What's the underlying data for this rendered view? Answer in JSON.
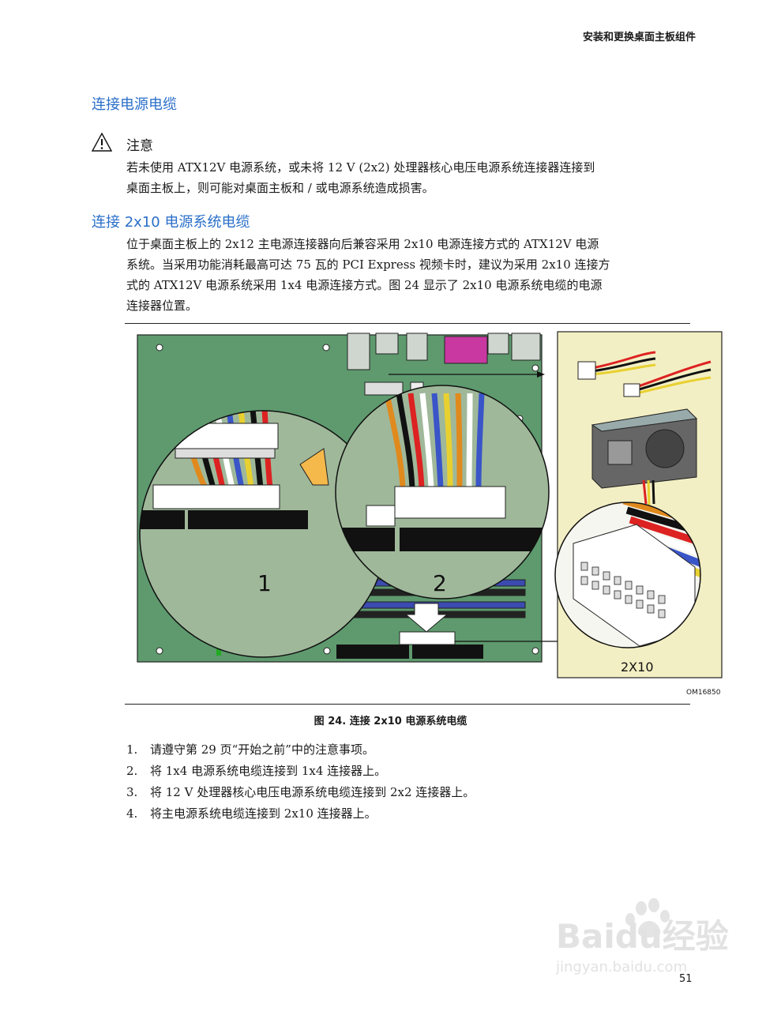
{
  "header": {
    "title": "安装和更换桌面主板组件"
  },
  "section": {
    "title": "连接电源电缆"
  },
  "caution": {
    "title": "注意",
    "lines": [
      "若未使用 ATX12V 电源系统，或未将 12 V (2x2) 处理器核心电压电源系统连接器连接到",
      "桌面主板上，则可能对桌面主板和 / 或电源系统造成损害。"
    ]
  },
  "subsection": {
    "title": "连接 2x10 电源系统电缆",
    "lines": [
      "位于桌面主板上的 2x12 主电源连接器向后兼容采用 2x10 电源连接方式的 ATX12V 电源",
      "系统。当采用功能消耗最高可达 75 瓦的 PCI Express 视频卡时，建议为采用 2x10 连接方",
      "式的 ATX12V 电源系统采用 1x4 电源连接方式。图 24 显示了 2x10 电源系统电缆的电源",
      "连接器位置。"
    ]
  },
  "figure": {
    "callout_1": "1",
    "callout_2": "2",
    "connector_label": "2X10",
    "figure_id": "OM16850",
    "caption": "图 24. 连接 2x10 电源系统电缆"
  },
  "steps": [
    {
      "num": "1.",
      "text": "请遵守第 29 页“开始之前”中的注意事项。"
    },
    {
      "num": "2.",
      "text": "将 1x4 电源系统电缆连接到 1x4 连接器上。"
    },
    {
      "num": "3.",
      "text": "将 12 V 处理器核心电压电源系统电缆连接到 2x2 连接器上。"
    },
    {
      "num": "4.",
      "text": "将主电源系统电缆连接到 2x10 连接器上。"
    }
  ],
  "watermark": {
    "text": "Baidu经验",
    "url_text": "jingyan.baidu.com"
  },
  "page_number": "51",
  "colors": {
    "heading": "#2a6fc9",
    "board": "#5e9a6e",
    "panel": "#f3efc4"
  }
}
